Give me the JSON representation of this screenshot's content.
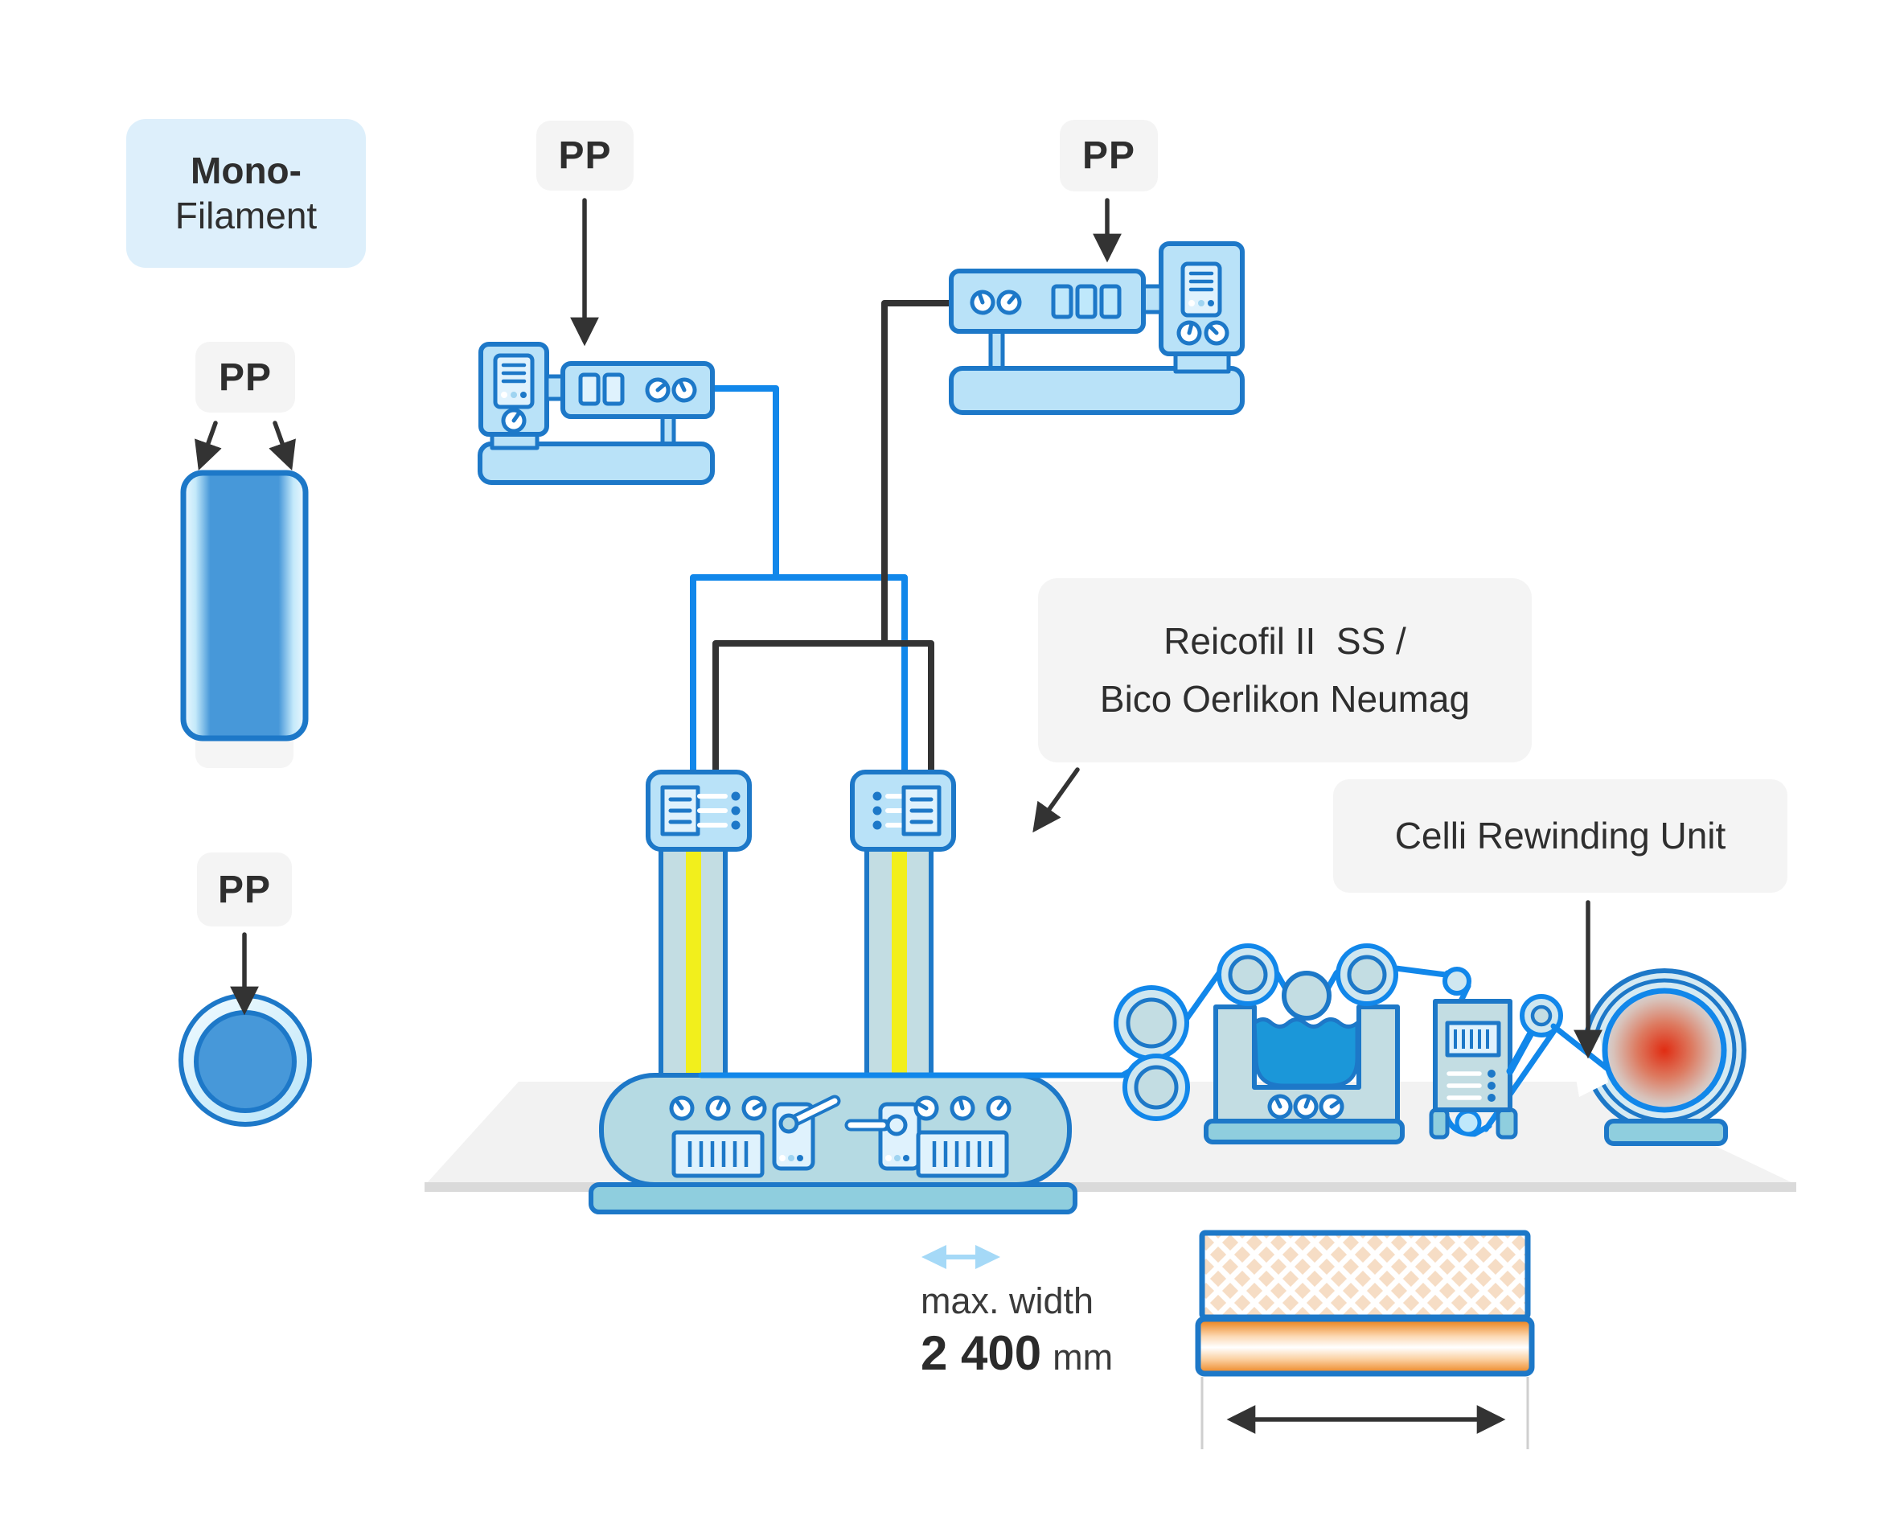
{
  "labels": {
    "mono_filament": {
      "line1": "Mono-",
      "line2": "Filament"
    },
    "pp": "PP",
    "spinning_system": {
      "line1": "Reicofil II  SS /",
      "line2": "Bico Oerlikon Neumag"
    },
    "rewinding_unit": "Celli Rewinding Unit",
    "max_width": {
      "caption": "max. width",
      "value": "2 400",
      "unit": "mm"
    }
  },
  "colors": {
    "stroke_primary": "#1d78c8",
    "stroke_web_blue": "#1187ea",
    "pipe_black": "#333333",
    "machine_fill_bright": "#b9e2f8",
    "machine_fill_muted": "#b5dae3",
    "screen_fill": "#dff2fd",
    "yellow_stripe": "#f2ef1c",
    "liquid_blue": "#1b97d9",
    "roll_core_red": "#e02c12",
    "label_box_gray": "#f4f4f4",
    "label_box_blue": "#ddeffb",
    "floor_gray": "#f2f2f2",
    "fabric_peach": "#f6ddc5",
    "fabric_orange": "#e87a15",
    "lightblue_arrow": "#a5d9f7"
  },
  "icons": {
    "down-arrow-icon": "black straight arrow with triangular head",
    "diagonal-arrow-icon": "black diagonal pointer arrow",
    "double-arrow-horizontal-icon": "light blue width arrow",
    "dimension-arrow-icon": "black double-headed dimension arrow",
    "screen-icon": "control screen with text lines and status dots",
    "dial-icon": "round gauge knob with pointer",
    "grille-icon": "ventilation grille with vertical bars",
    "document-icon": "panel with horizontal lines",
    "list-icon": "bullet list with dots",
    "switch-lever-icon": "panel with tilted lever",
    "switch-bar-icon": "panel with horizontal push bar"
  }
}
